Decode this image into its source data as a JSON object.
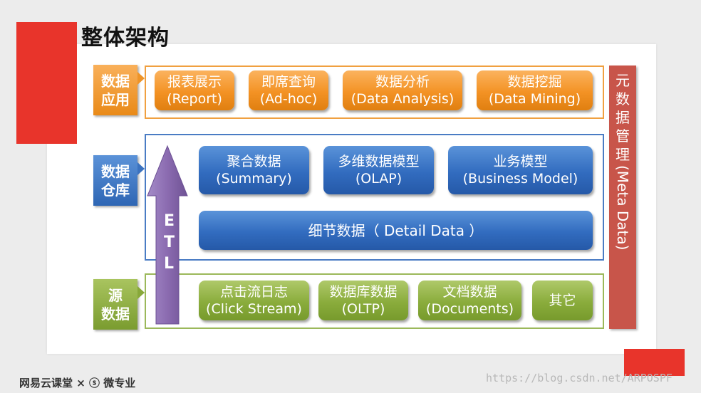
{
  "title": "整体架构",
  "layers": {
    "app": {
      "label": "数据\n应用",
      "items": [
        "报表展示\n(Report)",
        "即席查询\n(Ad-hoc)",
        "数据分析\n(Data Analysis)",
        "数据挖掘\n(Data Mining)"
      ]
    },
    "dw": {
      "label": "数据\n仓库",
      "items": [
        "聚合数据\n(Summary)",
        "多维数据模型\n(OLAP)",
        "业务模型\n(Business Model)"
      ],
      "detail": "细节数据（ Detail Data ）"
    },
    "src": {
      "label": "源\n数据",
      "items": [
        "点击流日志\n(Click Stream)",
        "数据库数据\n(OLTP)",
        "文档数据\n(Documents)",
        "其它"
      ]
    }
  },
  "etl": {
    "letters": [
      "E",
      "T",
      "L"
    ]
  },
  "meta": {
    "cjk": "元数据管理",
    "latin": "(Meta Data)"
  },
  "footer": {
    "logo": "网易云课堂 × ⓢ 微专业",
    "watermark": "https://blog.csdn.net/ARPOSPF"
  },
  "colors": {
    "orange": "#f39224",
    "blue": "#326cbf",
    "green": "#8aac3c",
    "meta": "#c8554a",
    "arrow": "#8b6bb0",
    "red": "#e8342b"
  }
}
